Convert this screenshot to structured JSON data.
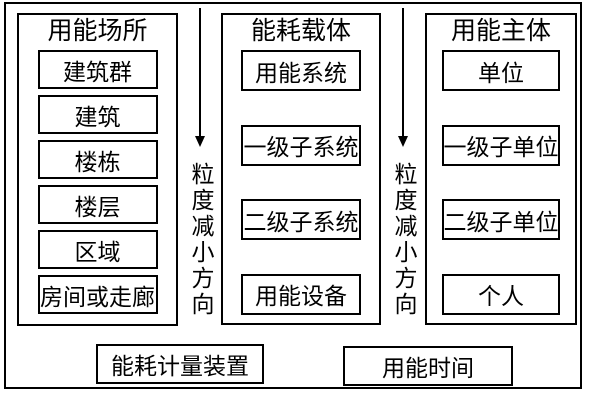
{
  "colors": {
    "line": "#000000",
    "background": "#ffffff"
  },
  "columns": [
    {
      "title": "用能场所",
      "items": [
        "建筑群",
        "建筑",
        "楼栋",
        "楼层",
        "区域",
        "房间或走廊"
      ]
    },
    {
      "title": "能耗载体",
      "items": [
        "用能系统",
        "一级子系统",
        "二级子系统",
        "用能设备"
      ]
    },
    {
      "title": "用能主体",
      "items": [
        "单位",
        "一级子单位",
        "二级子单位",
        "个人"
      ]
    }
  ],
  "arrows": [
    {
      "label": "粒度减小方向"
    },
    {
      "label": "粒度减小方向"
    }
  ],
  "footer": [
    {
      "label": "能耗计量装置"
    },
    {
      "label": "用能时间"
    }
  ]
}
